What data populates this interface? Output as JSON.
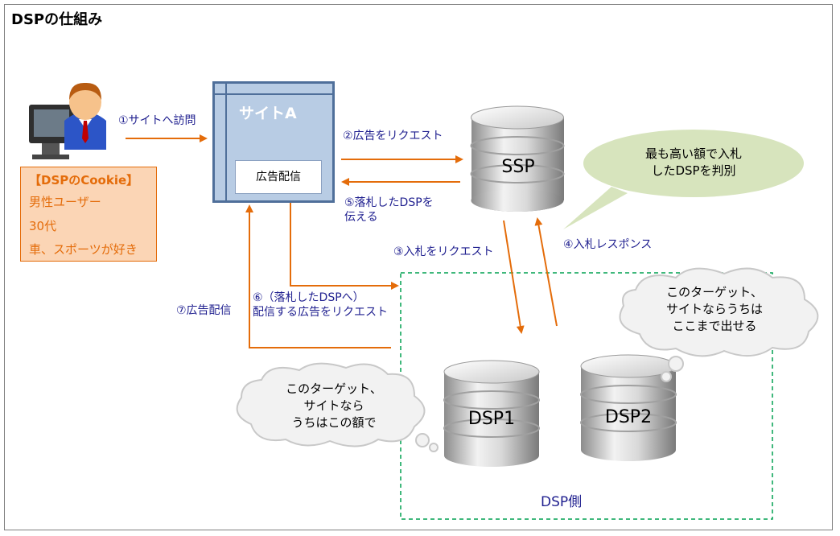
{
  "title": "DSPの仕組み",
  "cookie": {
    "title": "【DSPのCookie】",
    "lines": [
      "男性ユーザー",
      "30代",
      "車、スポーツが好き"
    ]
  },
  "site": {
    "name": "サイトA",
    "ad_slot": "広告配信"
  },
  "steps": {
    "s1": "①サイトへ訪問",
    "s2": "②広告をリクエスト",
    "s3": "③入札をリクエスト",
    "s4": "④入札レスポンス",
    "s5_line1": "⑤落札したDSPを",
    "s5_line2": "伝える",
    "s6_line1": "⑥（落札したDSPへ）",
    "s6_line2": "配信する広告をリクエスト",
    "s7": "⑦広告配信"
  },
  "servers": {
    "ssp": "SSP",
    "dsp1": "DSP1",
    "dsp2": "DSP2"
  },
  "dsp_group_label": "DSP側",
  "bubbles": {
    "ssp_line1": "最も高い額で入札",
    "ssp_line2": "したDSPを判別",
    "dsp2_line1": "このターゲット、",
    "dsp2_line2": "サイトならうちは",
    "dsp2_line3": "ここまで出せる",
    "dsp1_line1": "このターゲット、",
    "dsp1_line2": "サイトなら",
    "dsp1_line3": "うちはこの額で"
  },
  "colors": {
    "arrow": "#e46c0a",
    "label": "#1f1f8f",
    "dsp_border": "#00a050",
    "site_fill": "#b8cce4"
  }
}
